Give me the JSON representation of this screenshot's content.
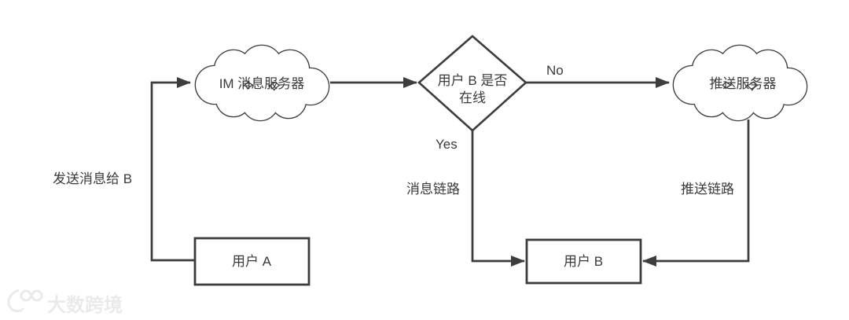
{
  "diagram": {
    "background_color": "#ffffff",
    "line_color": "#3d3d3d",
    "text_color": "#3a3a3a",
    "nodes": {
      "im_server": {
        "shape": "cloud",
        "label": "IM 消息服务器"
      },
      "decision": {
        "shape": "diamond",
        "label_line1": "用户 B 是否",
        "label_line2": "在线"
      },
      "push_server": {
        "shape": "cloud",
        "label": "推送服务器"
      },
      "user_a": {
        "shape": "rectangle",
        "label": "用户 A"
      },
      "user_b": {
        "shape": "rectangle",
        "label": "用户 B"
      }
    },
    "edge_labels": {
      "send_message": "发送消息给 B",
      "no": "No",
      "yes": "Yes",
      "message_link": "消息链路",
      "push_link": "推送链路"
    },
    "watermark": {
      "text": "大数跨境",
      "color": "#eaeaea"
    }
  }
}
